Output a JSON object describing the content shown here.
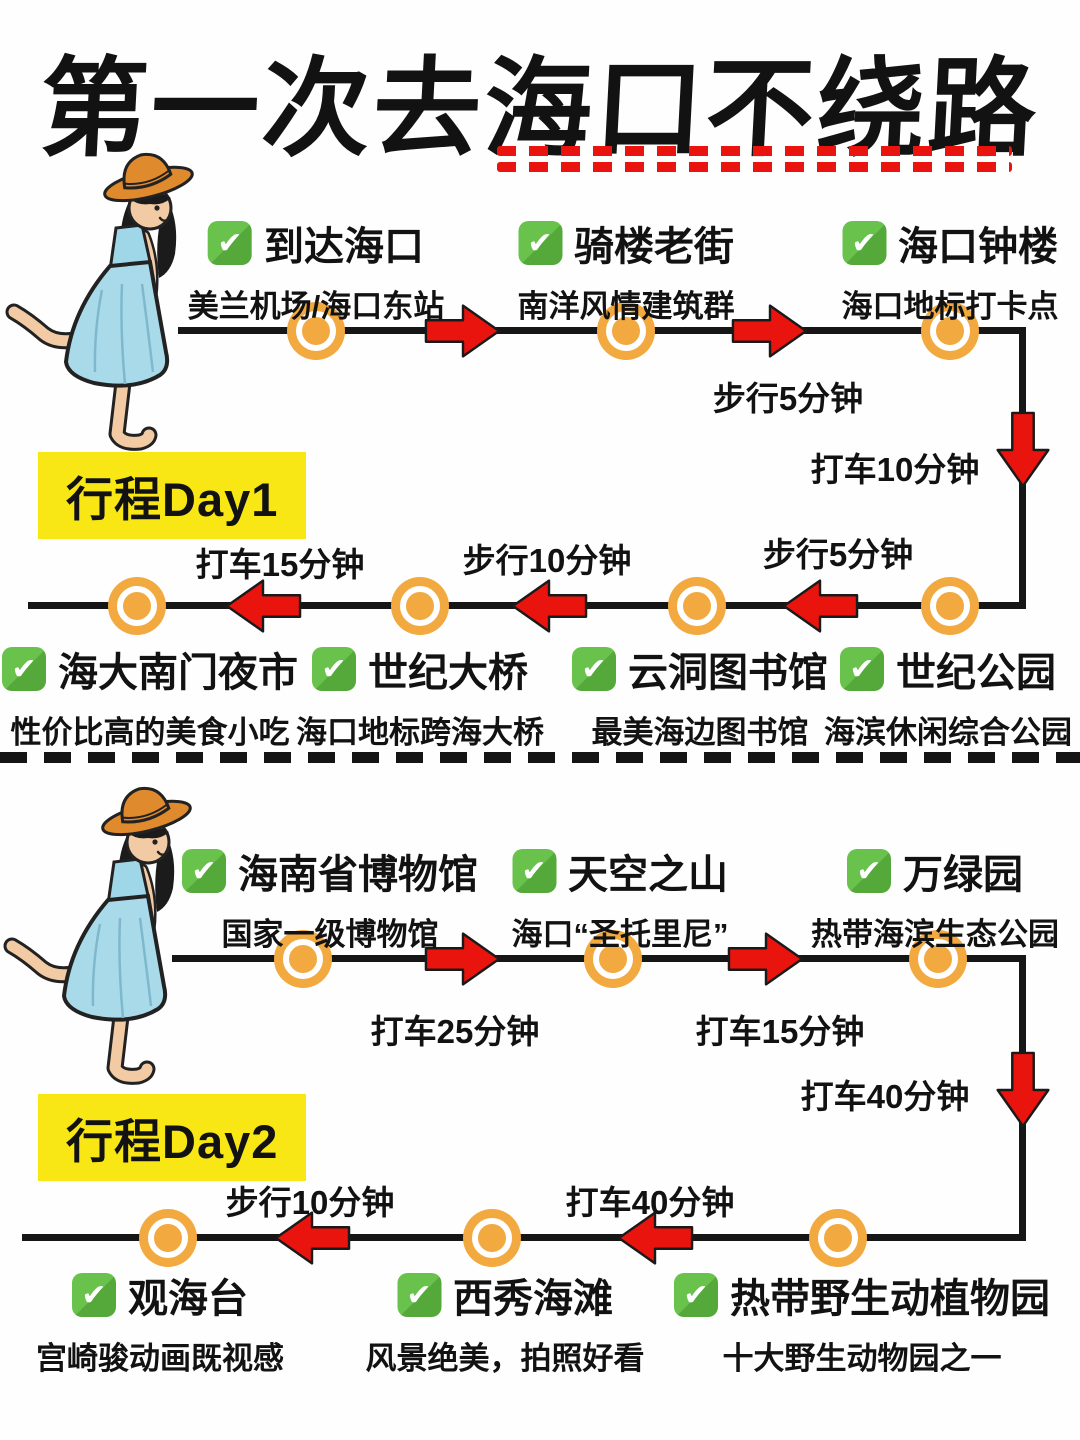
{
  "title": "第一次去海口不绕路",
  "icons": {
    "check": "✔"
  },
  "colors": {
    "accent_red": "#E9140E",
    "node_orange": "#F2A93F",
    "check_green": "#64BE4A",
    "highlight_yellow": "#F8E715",
    "line_black": "#161616"
  },
  "day1": {
    "label": "行程Day1",
    "stops_top": [
      {
        "name": "到达海口",
        "desc": "美兰机场/海口东站"
      },
      {
        "name": "骑楼老街",
        "desc": "南洋风情建筑群"
      },
      {
        "name": "海口钟楼",
        "desc": "海口地标打卡点"
      }
    ],
    "transits": {
      "walk5_top": "步行5分钟",
      "taxi10": "打车10分钟",
      "taxi15": "打车15分钟",
      "walk10": "步行10分钟",
      "walk5_bottom": "步行5分钟"
    },
    "stops_bottom": [
      {
        "name": "海大南门夜市",
        "desc": "性价比高的美食小吃"
      },
      {
        "name": "世纪大桥",
        "desc": "海口地标跨海大桥"
      },
      {
        "name": "云洞图书馆",
        "desc": "最美海边图书馆"
      },
      {
        "name": "世纪公园",
        "desc": "海滨休闲综合公园"
      }
    ]
  },
  "day2": {
    "label": "行程Day2",
    "stops_top": [
      {
        "name": "海南省博物馆",
        "desc": "国家一级博物馆"
      },
      {
        "name": "天空之山",
        "desc": "海口“圣托里尼”"
      },
      {
        "name": "万绿园",
        "desc": "热带海滨生态公园"
      }
    ],
    "transits": {
      "taxi25": "打车25分钟",
      "taxi15": "打车15分钟",
      "taxi40_vertical": "打车40分钟",
      "walk10": "步行10分钟",
      "taxi40_bottom": "打车40分钟"
    },
    "stops_bottom": [
      {
        "name": "观海台",
        "desc": "宫崎骏动画既视感"
      },
      {
        "name": "西秀海滩",
        "desc": "风景绝美，拍照好看"
      },
      {
        "name": "热带野生动植物园",
        "desc": "十大野生动物园之一"
      }
    ]
  }
}
